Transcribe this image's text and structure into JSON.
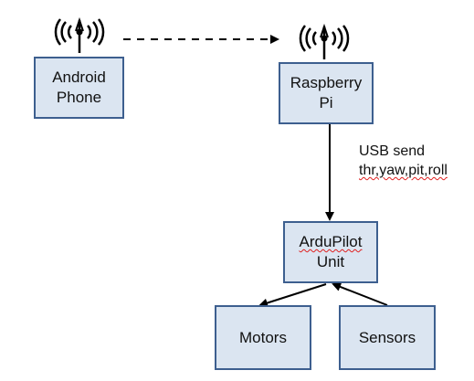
{
  "nodes": {
    "android_phone": {
      "line1": "Android",
      "line2": "Phone"
    },
    "raspberry_pi": {
      "line1": "Raspberry",
      "line2": "Pi"
    },
    "ardupilot_unit": {
      "line1": "ArduPilot",
      "line2": "Unit"
    },
    "motors": {
      "label": "Motors"
    },
    "sensors": {
      "label": "Sensors"
    }
  },
  "edges": {
    "usb_label": {
      "line1": "USB send",
      "line2": "thr,yaw,pit,roll"
    }
  },
  "icons": {
    "antenna": "wireless-antenna-icon"
  },
  "colors": {
    "box_fill": "#dbe5f1",
    "box_border": "#3d5f8f",
    "arrow": "#000000",
    "spellcheck": "#e02020"
  }
}
